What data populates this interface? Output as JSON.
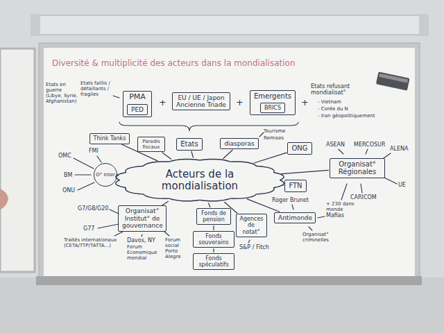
{
  "diagram": {
    "title": "Diversité & multiplicité des acteurs dans la mondialisation",
    "nodes": [
      {
        "text": [
          "PMA"
        ]
      },
      {
        "text": [
          "PED"
        ],
        "in": 0
      },
      {
        "text": [
          "EU / UE / Japon",
          "Ancienne Triade"
        ]
      },
      {
        "text": [
          "Emergents"
        ]
      },
      {
        "text": [
          "BRICS"
        ],
        "in": 3
      },
      {
        "text": [
          "Think Tanks"
        ]
      },
      {
        "text": [
          "Paradis fiscaux"
        ]
      },
      {
        "text": [
          "Etats"
        ]
      },
      {
        "text": [
          "diasporas"
        ]
      },
      {
        "text": [
          "ONG"
        ]
      },
      {
        "text": [
          "O° Inter"
        ]
      },
      {
        "text": [
          "Acteurs de la mondialisation"
        ]
      },
      {
        "text": [
          "Organisat° Régionales"
        ]
      },
      {
        "text": [
          "FTN"
        ]
      },
      {
        "text": [
          "Organisat° Institut° de gouvernance"
        ]
      },
      {
        "text": [
          "Fonds de pension"
        ]
      },
      {
        "text": [
          "Fonds souverains"
        ]
      },
      {
        "text": [
          "Fonds spéculatifs"
        ]
      },
      {
        "text": [
          "Agences de notat°"
        ]
      },
      {
        "text": [
          "Antimonde"
        ]
      }
    ],
    "edges": [
      {
        "from": 5,
        "to": 11,
        "arrow": "none"
      },
      {
        "from": 6,
        "to": 11,
        "arrow": "none"
      },
      {
        "from": 7,
        "to": 11,
        "arrow": "none"
      },
      {
        "from": 8,
        "to": 11,
        "arrow": "none"
      },
      {
        "from": 9,
        "to": 11,
        "arrow": "none"
      },
      {
        "from": 10,
        "to": 11,
        "arrow": "none"
      },
      {
        "from": 11,
        "to": 12,
        "arrow": "none"
      },
      {
        "from": 11,
        "to": 13,
        "arrow": "none"
      },
      {
        "from": 11,
        "to": 14,
        "arrow": "none"
      },
      {
        "from": 11,
        "to": 15,
        "arrow": "none"
      },
      {
        "from": 15,
        "to": 16,
        "arrow": "none"
      },
      {
        "from": 16,
        "to": 17,
        "arrow": "none"
      },
      {
        "from": 11,
        "to": 18,
        "arrow": "none"
      },
      {
        "from": 11,
        "to": 19,
        "arrow": "none"
      }
    ],
    "labels": [
      "Etats en guerre (Libye, Syrie, Afghanistan)",
      "Etats faillis / défaillants / fragiles",
      "+",
      "+",
      "+",
      "Etats refusant mondialisat°",
      "- Vietnam",
      "- Corée du N",
      "- Iran géopolitiquement",
      "Remises",
      "Tourisme",
      "OMC",
      "FMI",
      "BM",
      "ONU",
      "ASEAN",
      "MERCOSUR",
      "ALENA",
      "UE",
      "CARICOM",
      "+ 230 dans monde",
      "G7/G8/G20",
      "G77",
      "Traités internationaux (CETA/TTP/TATTA...)",
      "Davos, NY",
      "Forum Economique mondial",
      "Forum social Porto Alegre",
      "S&P / Fitch",
      "Roger Brunet",
      "Mafias",
      "Organisat° criminelles"
    ]
  }
}
